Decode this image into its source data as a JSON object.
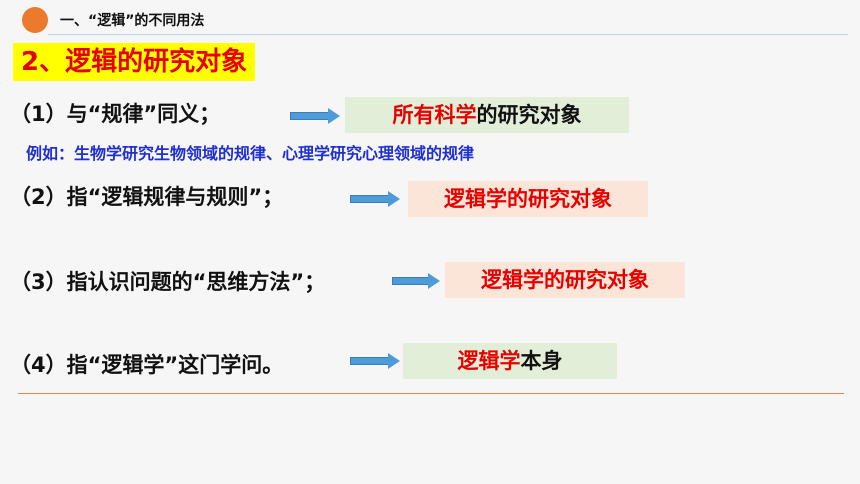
{
  "header": {
    "title": "一、“逻辑”的不同用法"
  },
  "section": {
    "title": "2、逻辑的研究对象"
  },
  "items": [
    {
      "label": "（1）与“规律”同义；",
      "box": {
        "red": "所有科学",
        "black": "的研究对象"
      }
    },
    {
      "label": "（2）指“逻辑规律与规则”；",
      "box": {
        "red": "逻辑学",
        "black": "的研究对象"
      }
    },
    {
      "label": "（3）指认识问题的“思维方法”；",
      "box": {
        "red": "逻辑学",
        "black": "的研究对象"
      }
    },
    {
      "label": "（4）指“逻辑学”这门学问。",
      "box": {
        "red": "逻辑学",
        "black": "本身"
      }
    }
  ],
  "example": "例如：生物学研究生物领域的规律、心理学研究心理领域的规律",
  "colors": {
    "accent": "#ec7a2c",
    "highlight": "#ffff00",
    "red": "#e60000",
    "blue_text": "#1f2fd1",
    "arrow": "#4f9bd9"
  }
}
